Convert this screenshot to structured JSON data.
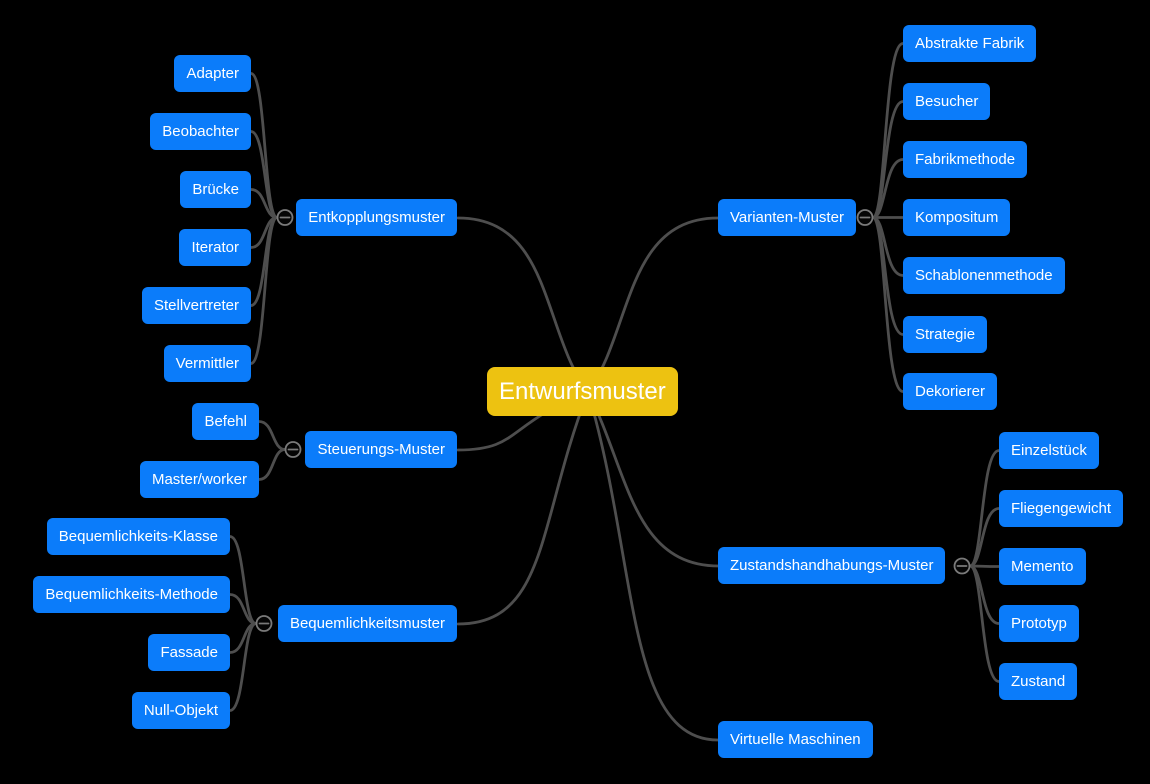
{
  "root": {
    "label": "Entwurfsmuster"
  },
  "branches": [
    {
      "label": "Entkopplungsmuster",
      "toggle_state": "expanded",
      "children": [
        {
          "label": "Adapter"
        },
        {
          "label": "Beobachter"
        },
        {
          "label": "Brücke"
        },
        {
          "label": "Iterator"
        },
        {
          "label": "Stellvertreter"
        },
        {
          "label": "Vermittler"
        }
      ]
    },
    {
      "label": "Steuerungs-Muster",
      "toggle_state": "expanded",
      "children": [
        {
          "label": "Befehl"
        },
        {
          "label": "Master/worker"
        }
      ]
    },
    {
      "label": "Bequemlichkeitsmuster",
      "toggle_state": "expanded",
      "children": [
        {
          "label": "Bequemlichkeits-Klasse"
        },
        {
          "label": "Bequemlichkeits-Methode"
        },
        {
          "label": "Fassade"
        },
        {
          "label": "Null-Objekt"
        }
      ]
    },
    {
      "label": "Varianten-Muster",
      "toggle_state": "expanded",
      "children": [
        {
          "label": "Abstrakte Fabrik"
        },
        {
          "label": "Besucher"
        },
        {
          "label": "Fabrikmethode"
        },
        {
          "label": "Kompositum"
        },
        {
          "label": "Schablonenmethode"
        },
        {
          "label": "Strategie"
        },
        {
          "label": "Dekorierer"
        }
      ]
    },
    {
      "label": "Zustandshandhabungs-Muster",
      "toggle_state": "expanded",
      "children": [
        {
          "label": "Einzelstück"
        },
        {
          "label": "Fliegengewicht"
        },
        {
          "label": "Memento"
        },
        {
          "label": "Prototyp"
        },
        {
          "label": "Zustand"
        }
      ]
    },
    {
      "label": "Virtuelle Maschinen",
      "toggle_state": "none",
      "children": []
    }
  ],
  "colors": {
    "background": "#000000",
    "node_fill": "#0b7cfa",
    "root_fill": "#edc211",
    "node_text": "#ffffff",
    "link": "#4e4e4e",
    "toggle_stroke": "#7a7a7a"
  }
}
